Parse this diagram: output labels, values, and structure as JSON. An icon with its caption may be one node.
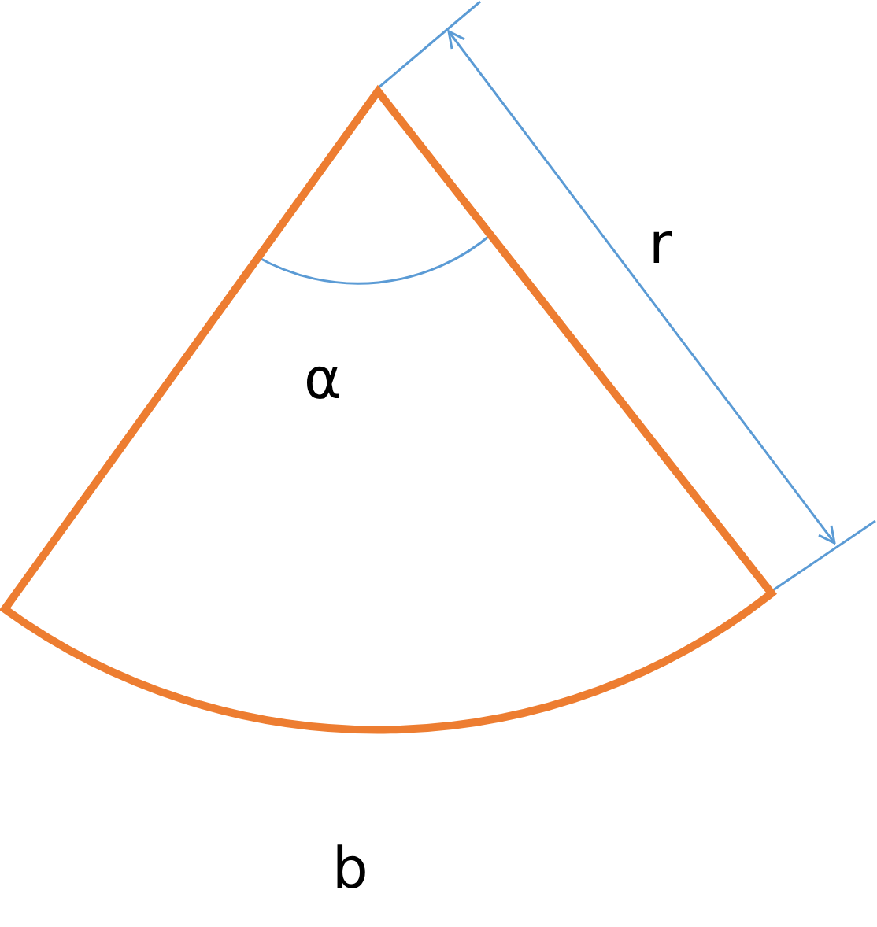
{
  "diagram": {
    "labels": [
      "r",
      "α",
      "b"
    ]
  }
}
